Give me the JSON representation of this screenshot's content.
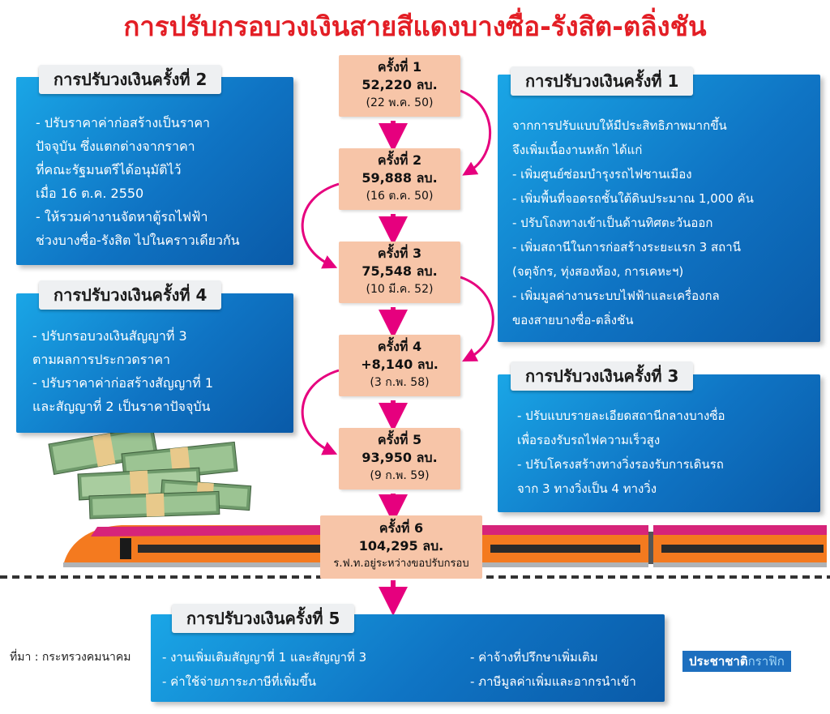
{
  "title": "การปรับกรอบวงเงินสายสีแดงบางซื่อ-รังสิต-ตลิ่งชัน",
  "steps": [
    {
      "title": "ครั้งที่ 1",
      "amount": "52,220 ลบ.",
      "date": "(22 พ.ค. 50)"
    },
    {
      "title": "ครั้งที่ 2",
      "amount": "59,888 ลบ.",
      "date": "(16 ต.ค. 50)"
    },
    {
      "title": "ครั้งที่ 3",
      "amount": "75,548 ลบ.",
      "date": "(10 มี.ค. 52)"
    },
    {
      "title": "ครั้งที่ 4",
      "amount": "+8,140 ลบ.",
      "date": "(3 ก.พ. 58)"
    },
    {
      "title": "ครั้งที่ 5",
      "amount": "93,950 ลบ.",
      "date": "(9 ก.พ. 59)"
    }
  ],
  "step6": {
    "title": "ครั้งที่ 6",
    "amount": "104,295 ลบ.",
    "note": "ร.ฟ.ท.อยู่ระหว่างขอปรับกรอบ"
  },
  "panels": {
    "p1": {
      "title": "การปรับวงเงินครั้งที่ 1",
      "lines": [
        "จากการปรับแบบให้มีประสิทธิภาพมากขึ้น",
        "จึงเพิ่มเนื้องานหลัก ได้แก่",
        "- เพิ่มศูนย์ซ่อมบำรุงรถไฟชานเมือง",
        "- เพิ่มพื้นที่จอดรถชั้นใต้ดินประมาณ 1,000 คัน",
        "- ปรับโถงทางเข้าเป็นด้านทิศตะวันออก",
        "- เพิ่มสถานีในการก่อสร้างระยะแรก 3 สถานี",
        "(จตุจักร, ทุ่งสองห้อง, การเคหะฯ)",
        "- เพิ่มมูลค่างานระบบไฟฟ้าและเครื่องกล",
        "ของสายบางซื่อ-ตลิ่งชัน"
      ]
    },
    "p2": {
      "title": "การปรับวงเงินครั้งที่ 2",
      "lines": [
        "- ปรับราคาค่าก่อสร้างเป็นราคา",
        "ปัจจุบัน ซึ่งแตกต่างจากราคา",
        "ที่คณะรัฐมนตรีได้อนุมัติไว้",
        "เมื่อ 16 ต.ค. 2550",
        "- ให้รวมค่างานจัดหาตู้รถไฟฟ้า",
        "ช่วงบางซื่อ-รังสิต ไปในคราวเดียวกัน"
      ]
    },
    "p3": {
      "title": "การปรับวงเงินครั้งที่ 3",
      "lines": [
        "- ปรับแบบรายละเอียดสถานีกลางบางซื่อ",
        "เพื่อรองรับรถไฟความเร็วสูง",
        "- ปรับโครงสร้างทางวิ่งรองรับการเดินรถ",
        "จาก 3 ทางวิ่งเป็น 4 ทางวิ่ง"
      ]
    },
    "p4": {
      "title": "การปรับวงเงินครั้งที่ 4",
      "lines": [
        "- ปรับกรอบวงเงินสัญญาที่ 3",
        "ตามผลการประกวดราคา",
        "- ปรับราคาค่าก่อสร้างสัญญาที่ 1",
        "และสัญญาที่ 2 เป็นราคาปัจจุบัน"
      ]
    },
    "p5": {
      "title": "การปรับวงเงินครั้งที่ 5",
      "left_lines": [
        "- งานเพิ่มเติมสัญญาที่ 1 และสัญญาที่ 3",
        "- ค่าใช้จ่ายภาระภาษีที่เพิ่มขึ้น"
      ],
      "right_lines": [
        "- ค่าจ้างที่ปรึกษาเพิ่มเติม",
        "- ภาษีมูลค่าเพิ่มและอากรนำเข้า"
      ]
    }
  },
  "source": "ที่มา : กระทรวงคมนาคม",
  "brand": {
    "part1": "ประชาชาติ",
    "part2": "กราฟิก"
  },
  "colors": {
    "title_red": "#e31e25",
    "panel_blue": "#0f74c4",
    "step_peach": "#f7c5a8",
    "arrow_magenta": "#e6007e",
    "train_orange": "#f47a1f",
    "train_pink": "#d6247a"
  }
}
